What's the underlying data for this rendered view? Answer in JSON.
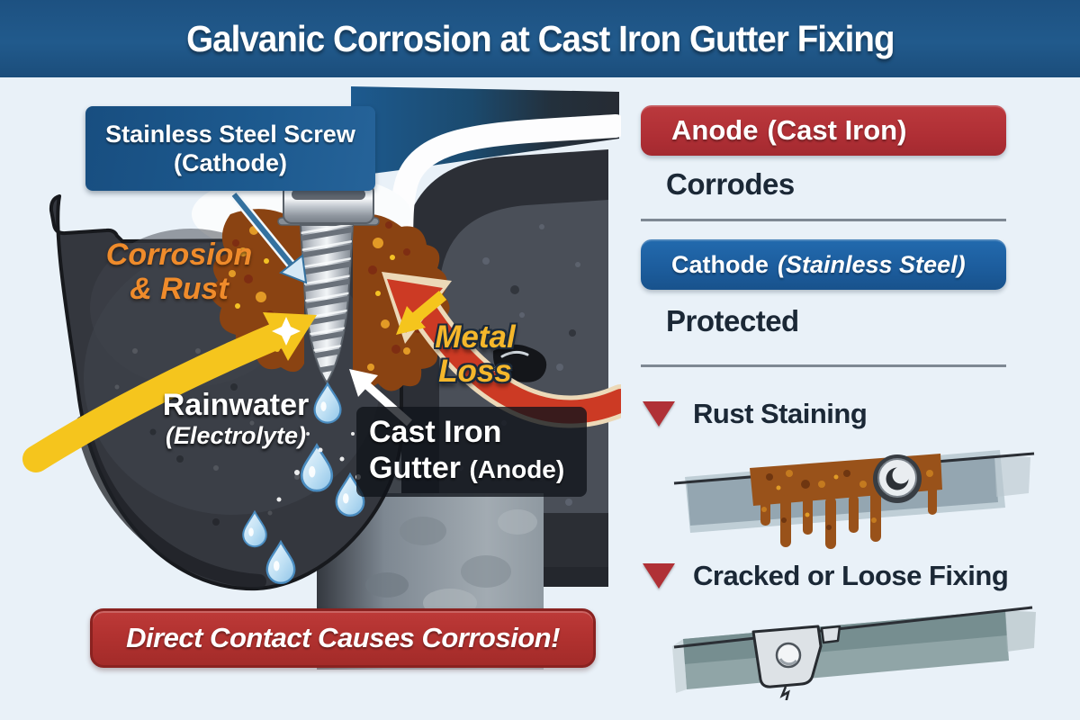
{
  "header": {
    "title": "Galvanic Corrosion at Cast Iron Gutter Fixing"
  },
  "diagram": {
    "screw_label_line1": "Stainless Steel Screw",
    "screw_label_line2": "(Cathode)",
    "corrosion_line1": "Corrosion",
    "corrosion_line2": "& Rust",
    "metal_loss_line1": "Metal",
    "metal_loss_line2": "Loss",
    "rainwater_line1": "Rainwater",
    "rainwater_line2": "(Electrolyte)",
    "gutter_label_line1": "Cast Iron",
    "gutter_label_line2_bold": "Gutter",
    "gutter_label_line2_paren": "(Anode)",
    "banner": "Direct Contact Causes Corrosion!"
  },
  "panel": {
    "anode_title": "Anode",
    "anode_subtitle": "(Cast Iron)",
    "anode_status": "Corrodes",
    "cathode_title": "Cathode",
    "cathode_subtitle": "(Stainless Steel)",
    "cathode_status": "Protected",
    "issues": [
      {
        "label": "Rust Staining"
      },
      {
        "label": "Cracked or Loose Fixing"
      }
    ]
  },
  "colors": {
    "header_bg": "#1e5585",
    "page_bg": "#e9f1f8",
    "anode_red": "#b02f35",
    "cathode_blue": "#1c5c9c",
    "banner_red": "#b23230",
    "dark_text": "#1b2836",
    "rust_orange": "#ef8b2b",
    "metal_yellow": "#f5b72b",
    "arrow_yellow": "#f5c51d",
    "arrow_red": "#cc3a24"
  }
}
